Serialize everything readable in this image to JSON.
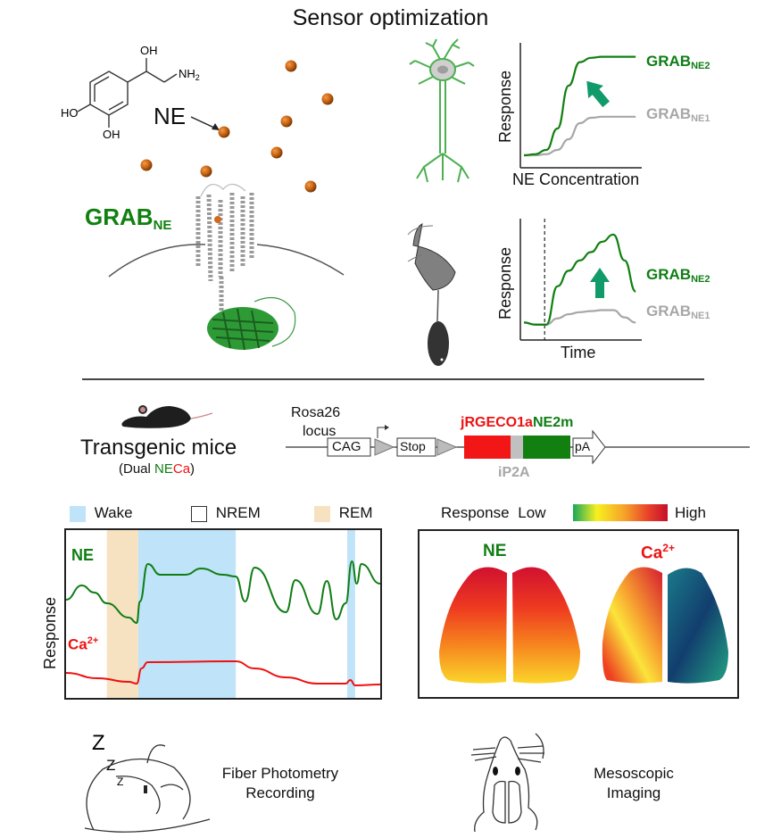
{
  "title": "Sensor optimization",
  "top_left": {
    "molecule_labels": {
      "oh_top": "OH",
      "nh2": "NH",
      "nh2_sub": "2",
      "ho_left": "HO",
      "oh_bottom": "OH"
    },
    "ne_label": "NE",
    "sensor_label": "GRAB",
    "sensor_sub": "NE"
  },
  "colors": {
    "green": "#118011",
    "gray": "#a7a7a7",
    "red": "#ee1111",
    "wake": "#bfe3f8",
    "rem": "#f6e2c1",
    "ne_bead": "#c7620f",
    "arrow": "#119a6a"
  },
  "chart_data": [
    {
      "type": "line",
      "title": "",
      "xlabel": "NE Concentration",
      "ylabel": "Response",
      "series": [
        {
          "name": "GRAB_NE2",
          "label": "GRAB",
          "sub": "NE2",
          "color": "#118011",
          "x": [
            0,
            1,
            2,
            3,
            4,
            5,
            6,
            7,
            8,
            9,
            10
          ],
          "values": [
            0.05,
            0.06,
            0.1,
            0.3,
            0.7,
            0.92,
            0.96,
            0.97,
            0.97,
            0.97,
            0.97
          ]
        },
        {
          "name": "GRAB_NE1",
          "label": "GRAB",
          "sub": "NE1",
          "color": "#a7a7a7",
          "x": [
            0,
            1,
            2,
            3,
            4,
            5,
            6,
            7,
            8,
            9,
            10
          ],
          "values": [
            0.05,
            0.05,
            0.06,
            0.1,
            0.2,
            0.35,
            0.4,
            0.41,
            0.41,
            0.41,
            0.41
          ]
        }
      ]
    },
    {
      "type": "line",
      "title": "",
      "xlabel": "Time",
      "ylabel": "Response",
      "stimulus_marker": "dashed line",
      "series": [
        {
          "name": "GRAB_NE2",
          "label": "GRAB",
          "sub": "NE2",
          "color": "#118011",
          "x": [
            0,
            1,
            2,
            3,
            4,
            5,
            6,
            7,
            8,
            9,
            10
          ],
          "values": [
            0.1,
            0.08,
            0.08,
            0.45,
            0.6,
            0.7,
            0.78,
            0.88,
            0.95,
            0.7,
            0.4
          ]
        },
        {
          "name": "GRAB_NE1",
          "label": "GRAB",
          "sub": "NE1",
          "color": "#a7a7a7",
          "x": [
            0,
            1,
            2,
            3,
            4,
            5,
            6,
            7,
            8,
            9,
            10
          ],
          "values": [
            0.1,
            0.08,
            0.08,
            0.14,
            0.18,
            0.2,
            0.21,
            0.22,
            0.22,
            0.15,
            0.1
          ]
        }
      ]
    },
    {
      "type": "line",
      "title": "",
      "xlabel": "",
      "ylabel": "Response",
      "legend": [
        {
          "label": "Wake",
          "color": "#bfe3f8"
        },
        {
          "label": "NREM",
          "color": "#ffffff"
        },
        {
          "label": "REM",
          "color": "#f6e2c1"
        }
      ],
      "states": [
        {
          "state": "REM",
          "start": 0.13,
          "end": 0.23
        },
        {
          "state": "Wake",
          "start": 0.23,
          "end": 0.54
        },
        {
          "state": "Wake",
          "start": 0.895,
          "end": 0.92
        }
      ],
      "series": [
        {
          "name": "NE",
          "label": "NE",
          "color": "#0f7d14"
        },
        {
          "name": "Ca2+",
          "label": "Ca",
          "sup": "2+",
          "color": "#ee1111"
        }
      ]
    },
    {
      "type": "heatmap",
      "title": "",
      "colorbar": {
        "label": "Response",
        "low": "Low",
        "high": "High"
      },
      "panels": [
        {
          "label": "NE",
          "color": "#118011",
          "pattern": "bilateral, high anterior-medial, low posterior-lateral"
        },
        {
          "label": "Ca",
          "sup": "2+",
          "color": "#ee1111",
          "pattern": "left hemisphere high, right hemisphere low"
        }
      ]
    }
  ],
  "transgenic": {
    "title": "Transgenic mice",
    "sub_prefix": "(Dual ",
    "sub_ne": "NE",
    "sub_ca": "Ca",
    "sub_suffix": ")"
  },
  "construct": {
    "locus_line1": "Rosa26",
    "locus_line2": "locus",
    "cag": "CAG",
    "stop": "Stop",
    "jrgeco": "jRGECO1a",
    "ne2m": "NE2m",
    "ip2a": "iP2A",
    "pa": "pA"
  },
  "methods": {
    "fiber_line1": "Fiber Photometry",
    "fiber_line2": "Recording",
    "meso_line1": "Mesoscopic",
    "meso_line2": "Imaging",
    "zzz": [
      "Z",
      "Z",
      "Z"
    ]
  }
}
